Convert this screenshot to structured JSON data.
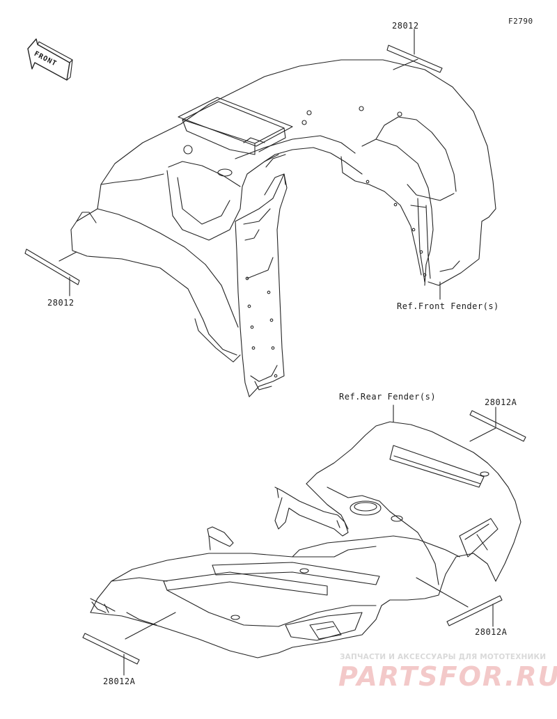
{
  "figure_code": "F2790",
  "front_arrow": {
    "text": "FRONT"
  },
  "parts": [
    {
      "number": "28012"
    },
    {
      "number": "28012"
    },
    {
      "number": "28012A"
    },
    {
      "number": "28012A"
    },
    {
      "number": "28012A"
    }
  ],
  "references": {
    "front_fender": "Ref.Front Fender(s)",
    "rear_fender": "Ref.Rear Fender(s)"
  },
  "watermark": {
    "tagline": "ЗАПЧАСТИ И АКСЕССУАРЫ ДЛЯ МОТОТЕХНИКИ",
    "brand": "PARTSFOR.RU"
  },
  "colors": {
    "line": "#222222",
    "watermark_brand": "#f3c9c9",
    "watermark_tagline": "#d9d9d9"
  }
}
